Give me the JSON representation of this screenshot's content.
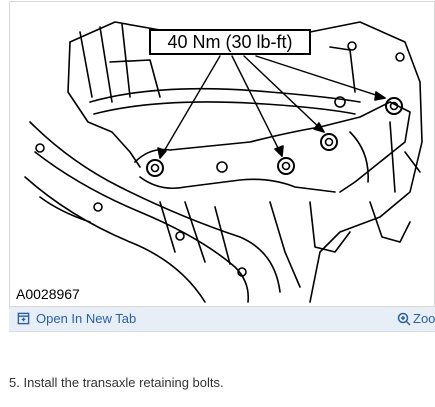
{
  "figure": {
    "torque_label": "40 Nm (30 lb-ft)",
    "figure_id": "A0028967"
  },
  "toolbar": {
    "open_tab_label": "Open In New Tab",
    "zoom_label": "Zoo",
    "open_tab_icon": "open-in-new-tab-icon",
    "zoom_icon": "zoom-in-icon",
    "link_color": "#2a5fa6",
    "bar_color": "#e8eef6"
  },
  "step": {
    "text": "5. Install the transaxle retaining bolts."
  }
}
